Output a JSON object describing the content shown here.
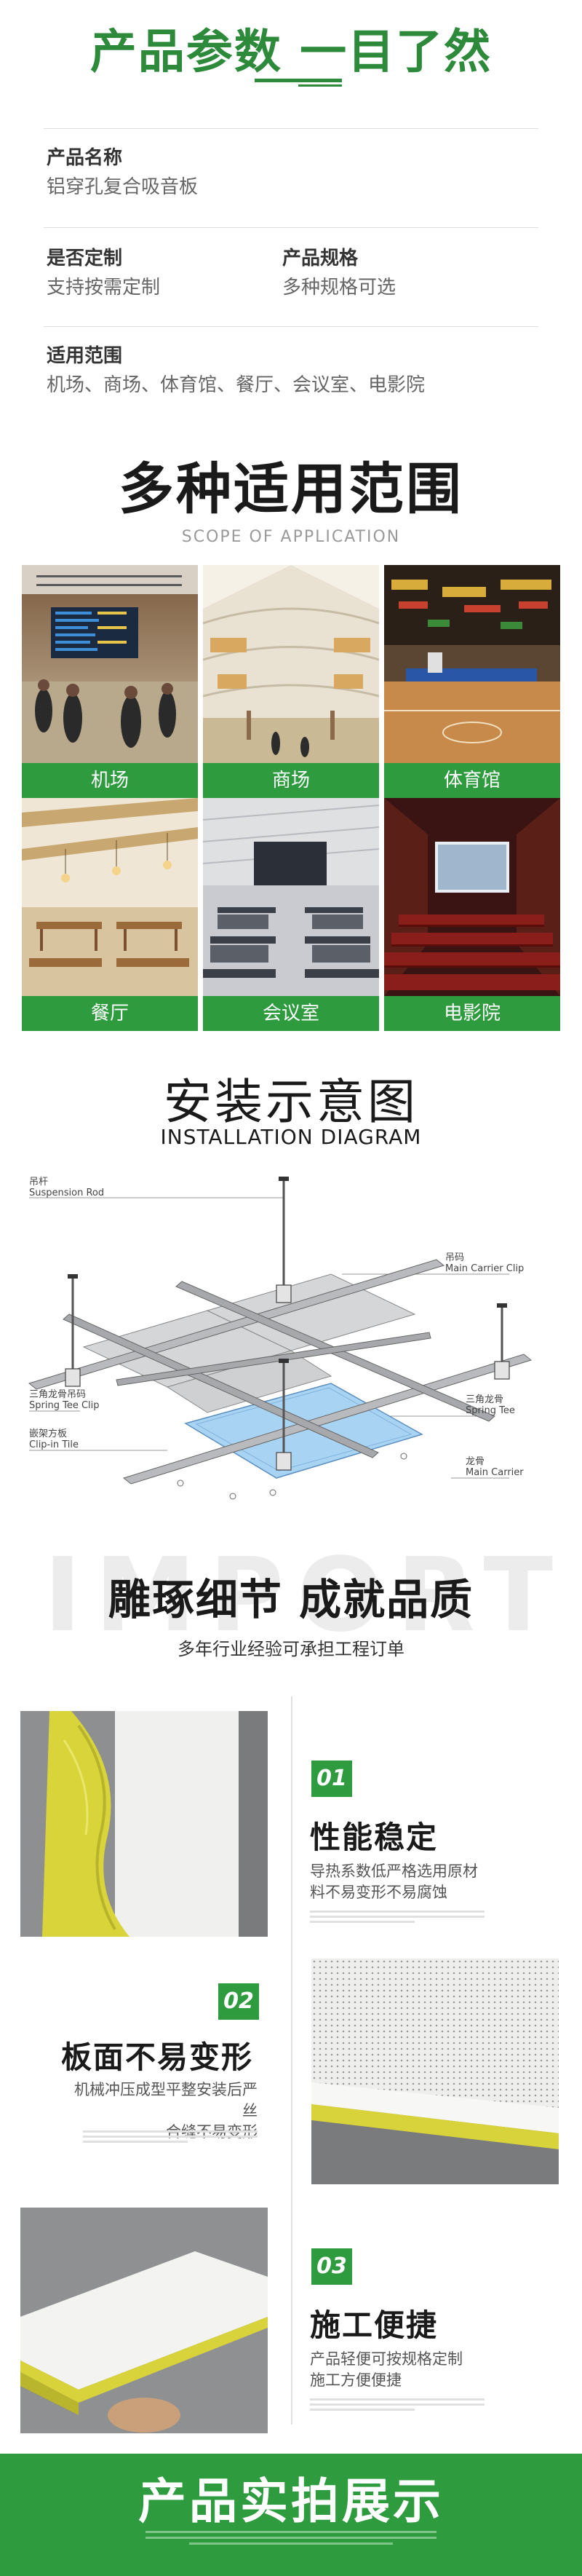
{
  "params": {
    "title": "产品参数 一目了然",
    "items": [
      {
        "label": "产品名称",
        "value": "铝穿孔复合吸音板"
      },
      {
        "label": "是否定制",
        "value": "支持按需定制"
      },
      {
        "label": "产品规格",
        "value": "多种规格可选"
      },
      {
        "label": "适用范围",
        "value": "机场、商场、体育馆、餐厅、会议室、电影院"
      }
    ]
  },
  "scope": {
    "title": "多种适用范围",
    "subtitle": "SCOPE OF APPLICATION",
    "tiles": [
      "机场",
      "商场",
      "体育馆",
      "餐厅",
      "会议室",
      "电影院"
    ]
  },
  "install": {
    "title": "安装示意图",
    "subtitle": "INSTALLATION DIAGRAM",
    "labels": {
      "rod_cn": "吊杆",
      "rod_en": "Suspension Rod",
      "main_clip_cn": "吊码",
      "main_clip_en": "Main Carrier Clip",
      "spring_clip_cn": "三角龙骨吊码",
      "spring_clip_en": "Spring Tee Clip",
      "spring_tee_cn": "三角龙骨",
      "spring_tee_en": "Spring Tee",
      "tile_cn": "嵌架方板",
      "tile_en": "Clip-in Tile",
      "carrier_cn": "龙骨",
      "carrier_en": "Main Carrier"
    }
  },
  "details": {
    "watermark": "IMPORT",
    "title": "雕琢细节 成就品质",
    "subtitle": "多年行业经验可承担工程订单",
    "features": [
      {
        "num": "01",
        "title": "性能稳定",
        "lines": [
          "导热系数低严格选用原材",
          "料不易变形不易腐蚀"
        ]
      },
      {
        "num": "02",
        "title": "板面不易变形",
        "lines": [
          "机械冲压成型平整安装后严丝",
          "合缝不易变形"
        ]
      },
      {
        "num": "03",
        "title": "施工便捷",
        "lines": [
          "产品轻便可按规格定制",
          "施工方便便捷"
        ]
      }
    ]
  },
  "banner": {
    "title": "产品实拍展示"
  },
  "colors": {
    "green": "#2e9b3f",
    "title_green": "#2c8a3a"
  }
}
